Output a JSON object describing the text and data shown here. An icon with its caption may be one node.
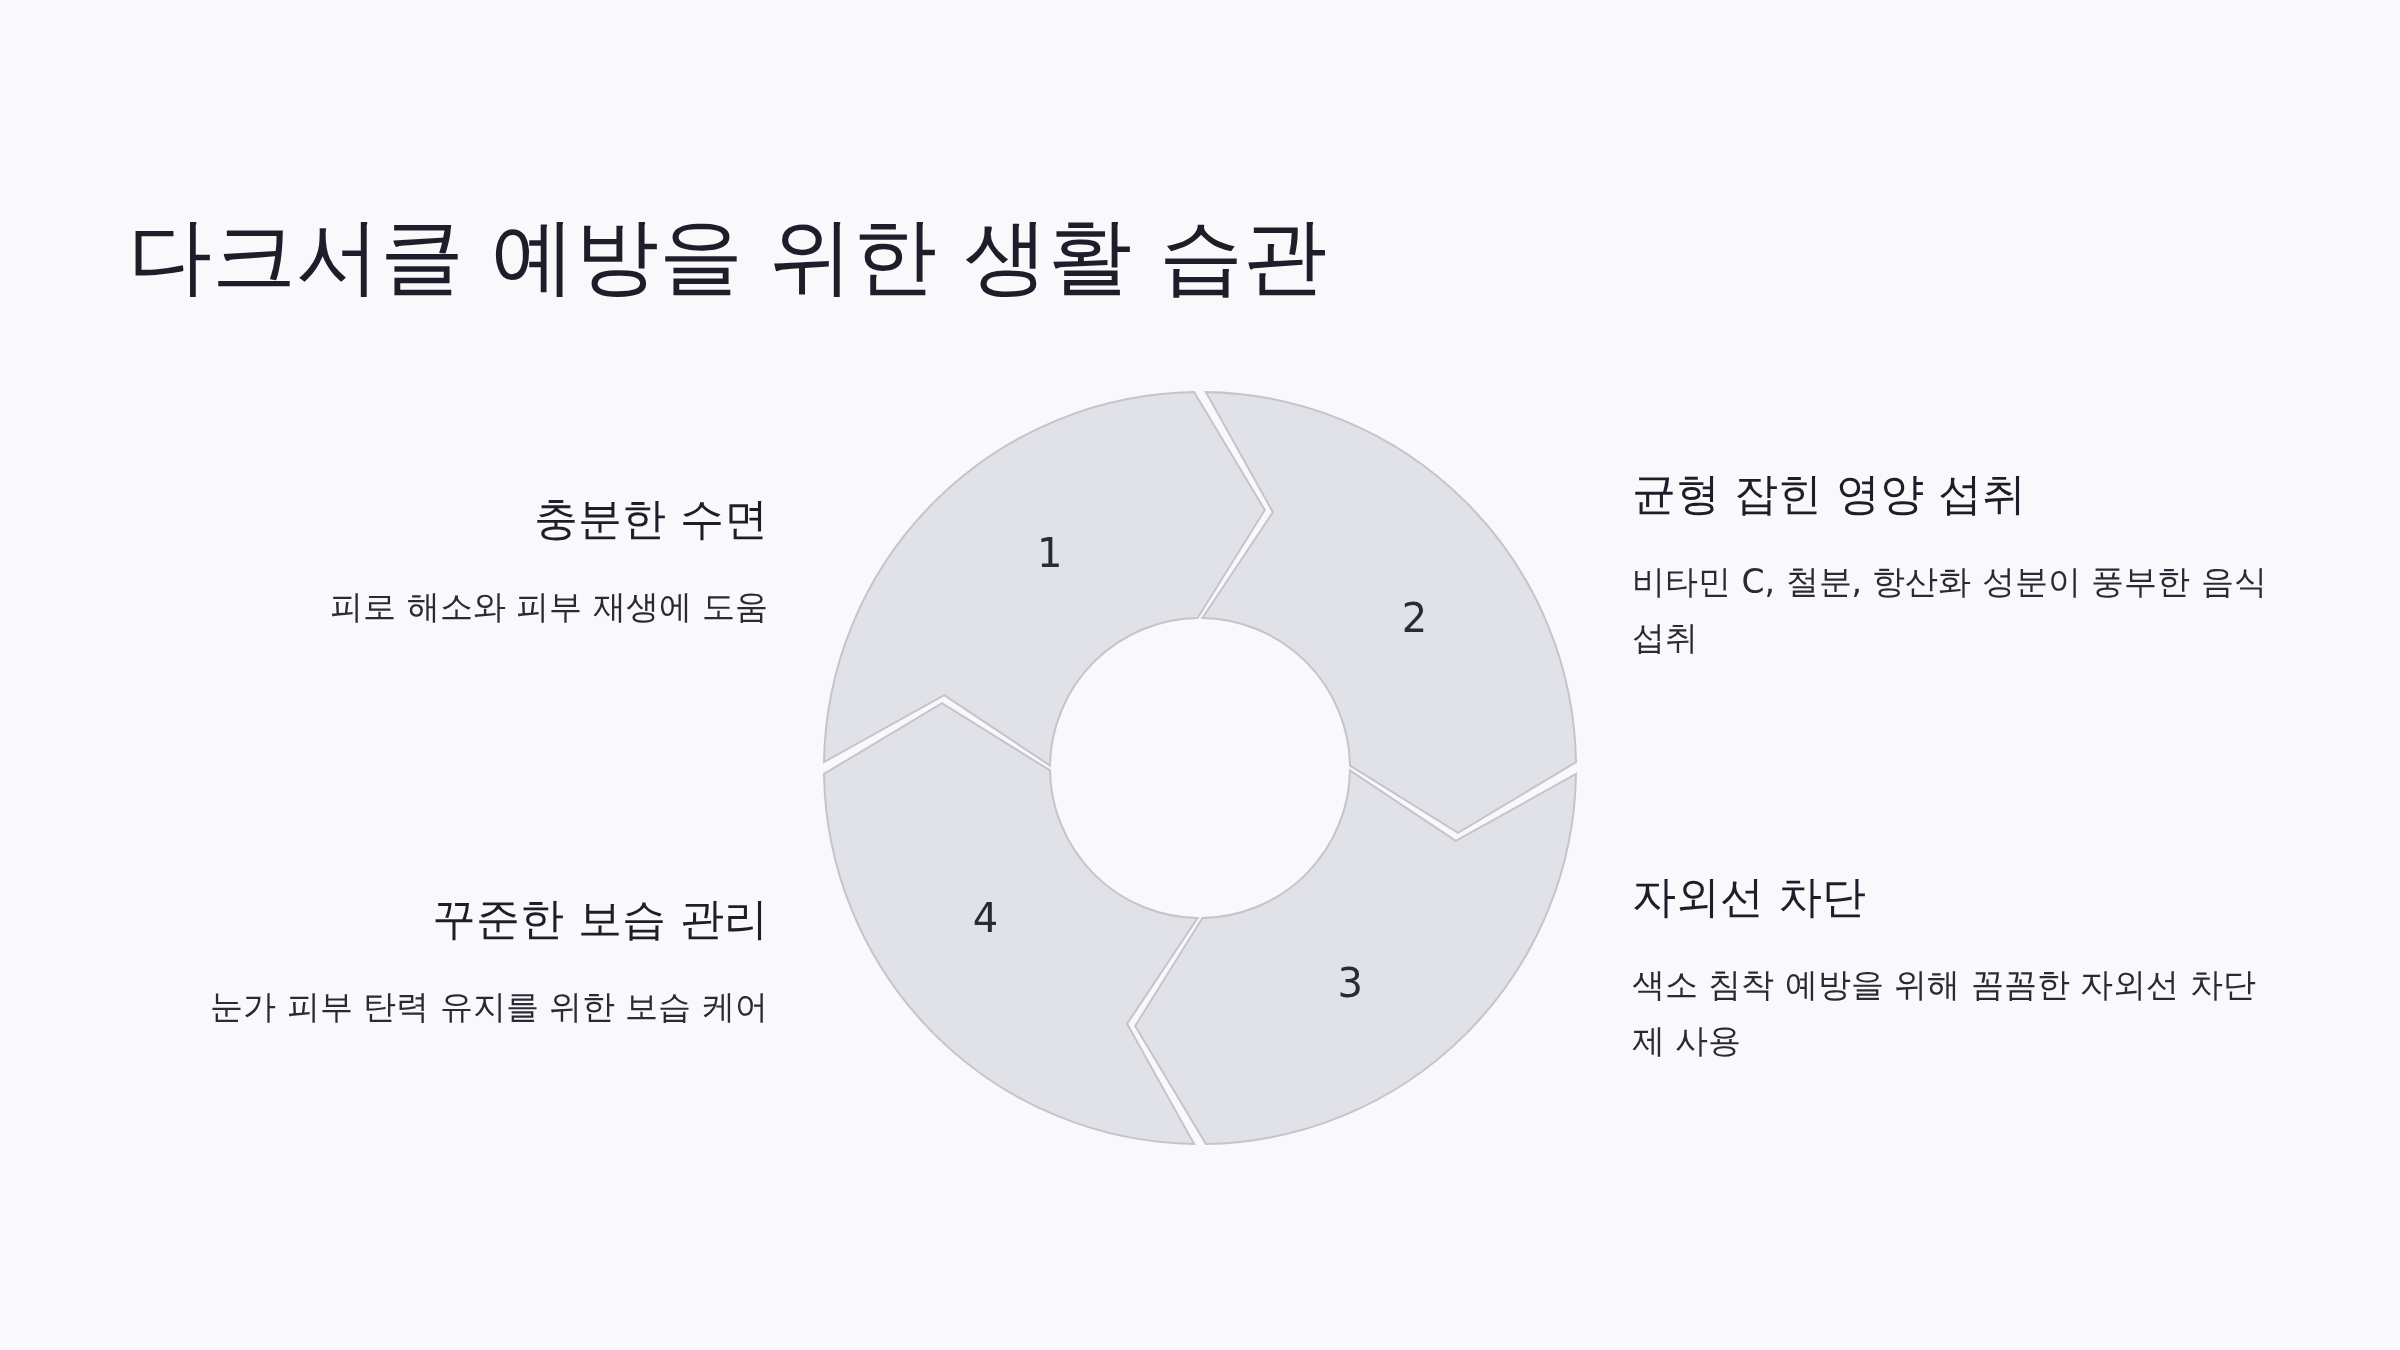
{
  "diagram": {
    "title": "다크서클 예방을 위한 생활 습관",
    "nodes": [
      {
        "text": [
          "1"
        ],
        "beside": [
          "충분한 수면",
          "피로 해소와 피부 재생에 도움"
        ]
      },
      {
        "text": [
          "2"
        ],
        "beside": [
          "균형 잡힌 영양 섭취",
          "비타민 C, 철분, 항산화 성분이 풍부한 음식 섭취"
        ]
      },
      {
        "text": [
          "3"
        ],
        "beside": [
          "자외선 차단",
          "색소 침착 예방을 위해 꼼꼼한 자외선 차단제 사용"
        ]
      },
      {
        "text": [
          "4"
        ],
        "beside": [
          "꾸준한 보습 관리",
          "눈가 피부 탄력 유지를 위한 보습 케어"
        ]
      }
    ]
  }
}
